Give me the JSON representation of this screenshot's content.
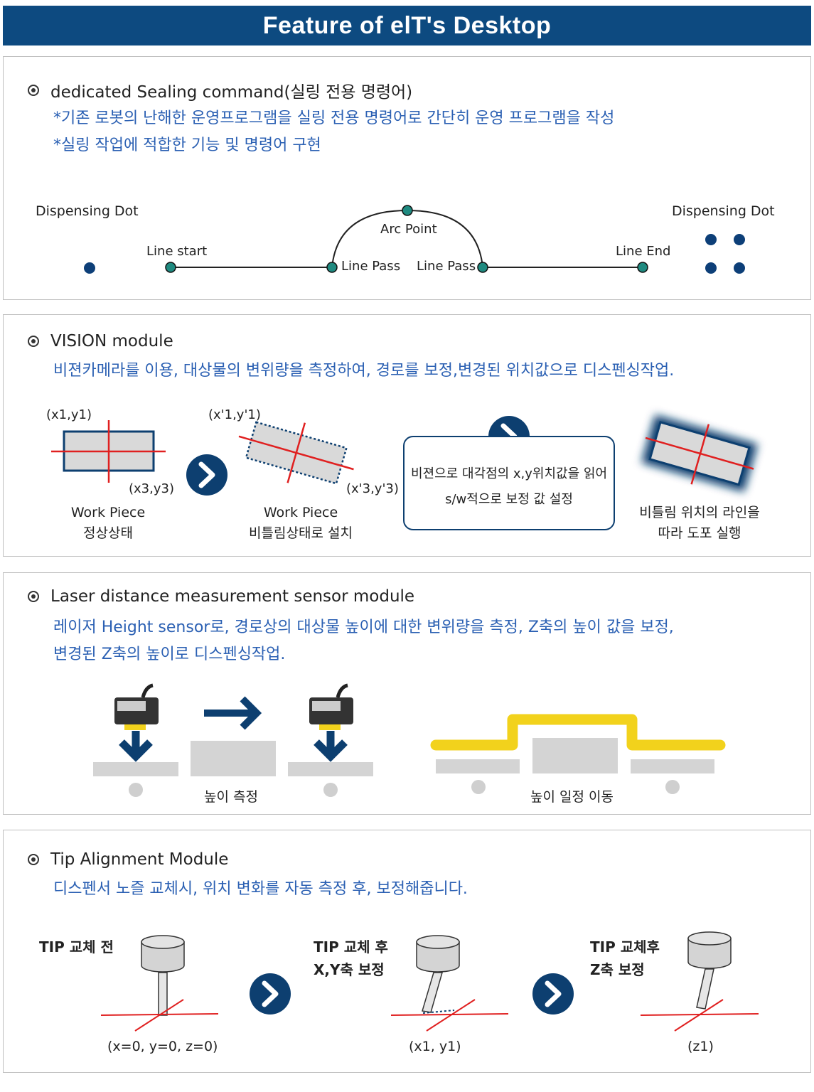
{
  "title": "Feature of  elT's Desktop",
  "sealing": {
    "heading": "dedicated Sealing command(실링 전용 명령어)",
    "desc1": "*기존 로봇의 난해한 운영프로그램을 실링 전용 명령어로 간단히 운영 프로그램을 작성",
    "desc2": "*실링 작업에 적합한 기능 및 명령어 구현",
    "dot_left": "Dispensing Dot",
    "dot_right": "Dispensing Dot",
    "line_start": "Line start",
    "arc_point": "Arc Point",
    "line_pass_1": "Line Pass",
    "line_pass_2": "Line Pass",
    "line_end": "Line End",
    "colors": {
      "node": "#1f8a80",
      "dot": "#0d3f78"
    }
  },
  "vision": {
    "heading": "VISION module",
    "desc": "비젼카메라를 이용, 대상물의 변위량을 측정하여, 경로를 보정,변경된 위치값으로 디스펜싱작업.",
    "coord_tl": "(x1,y1)",
    "coord_br": "(x3,y3)",
    "coord_tl2": "(x'1,y'1)",
    "coord_br2": "(x'3,y'3)",
    "wp1_line1": "Work Piece",
    "wp1_line2": "정상상태",
    "wp2_line1": "Work Piece",
    "wp2_line2": "비틀림상태로 설치",
    "box_line1": "비젼으로 대각점의 x,y위치값을 읽어",
    "box_line2": "s/w적으로 보정 값 설정",
    "result_line1": "비틀림 위치의 라인을",
    "result_line2": "따라 도포 실행",
    "colors": {
      "accent": "#0d3f70",
      "cross": "#e02020"
    }
  },
  "laser": {
    "heading": "Laser distance measurement sensor module",
    "desc1": "레이저  Height sensor로, 경로상의 대상물  높이에 대한 변위량을 측정,  Z축의 높이 값을 보정,",
    "desc2": "변경된 Z축의 높이로 디스펜싱작업.",
    "label_measure": "높이 측정",
    "label_constant": "높이 일정 이동",
    "colors": {
      "path": "#f2d21c",
      "block": "#d4d4d4"
    }
  },
  "tip": {
    "heading": "Tip Alignment Module",
    "desc": "디스펜서 노즐 교체시,  위치 변화를 자동 측정 후, 보정해줍니다.",
    "before": "TIP 교체 전",
    "after_xy_1": "TIP 교체 후",
    "after_xy_2": "X,Y축 보정",
    "after_z_1": "TIP 교체후",
    "after_z_2": "Z축 보정",
    "coord1": "(x=0, y=0, z=0)",
    "coord2": "(x1, y1)",
    "coord3": "(z1)"
  }
}
